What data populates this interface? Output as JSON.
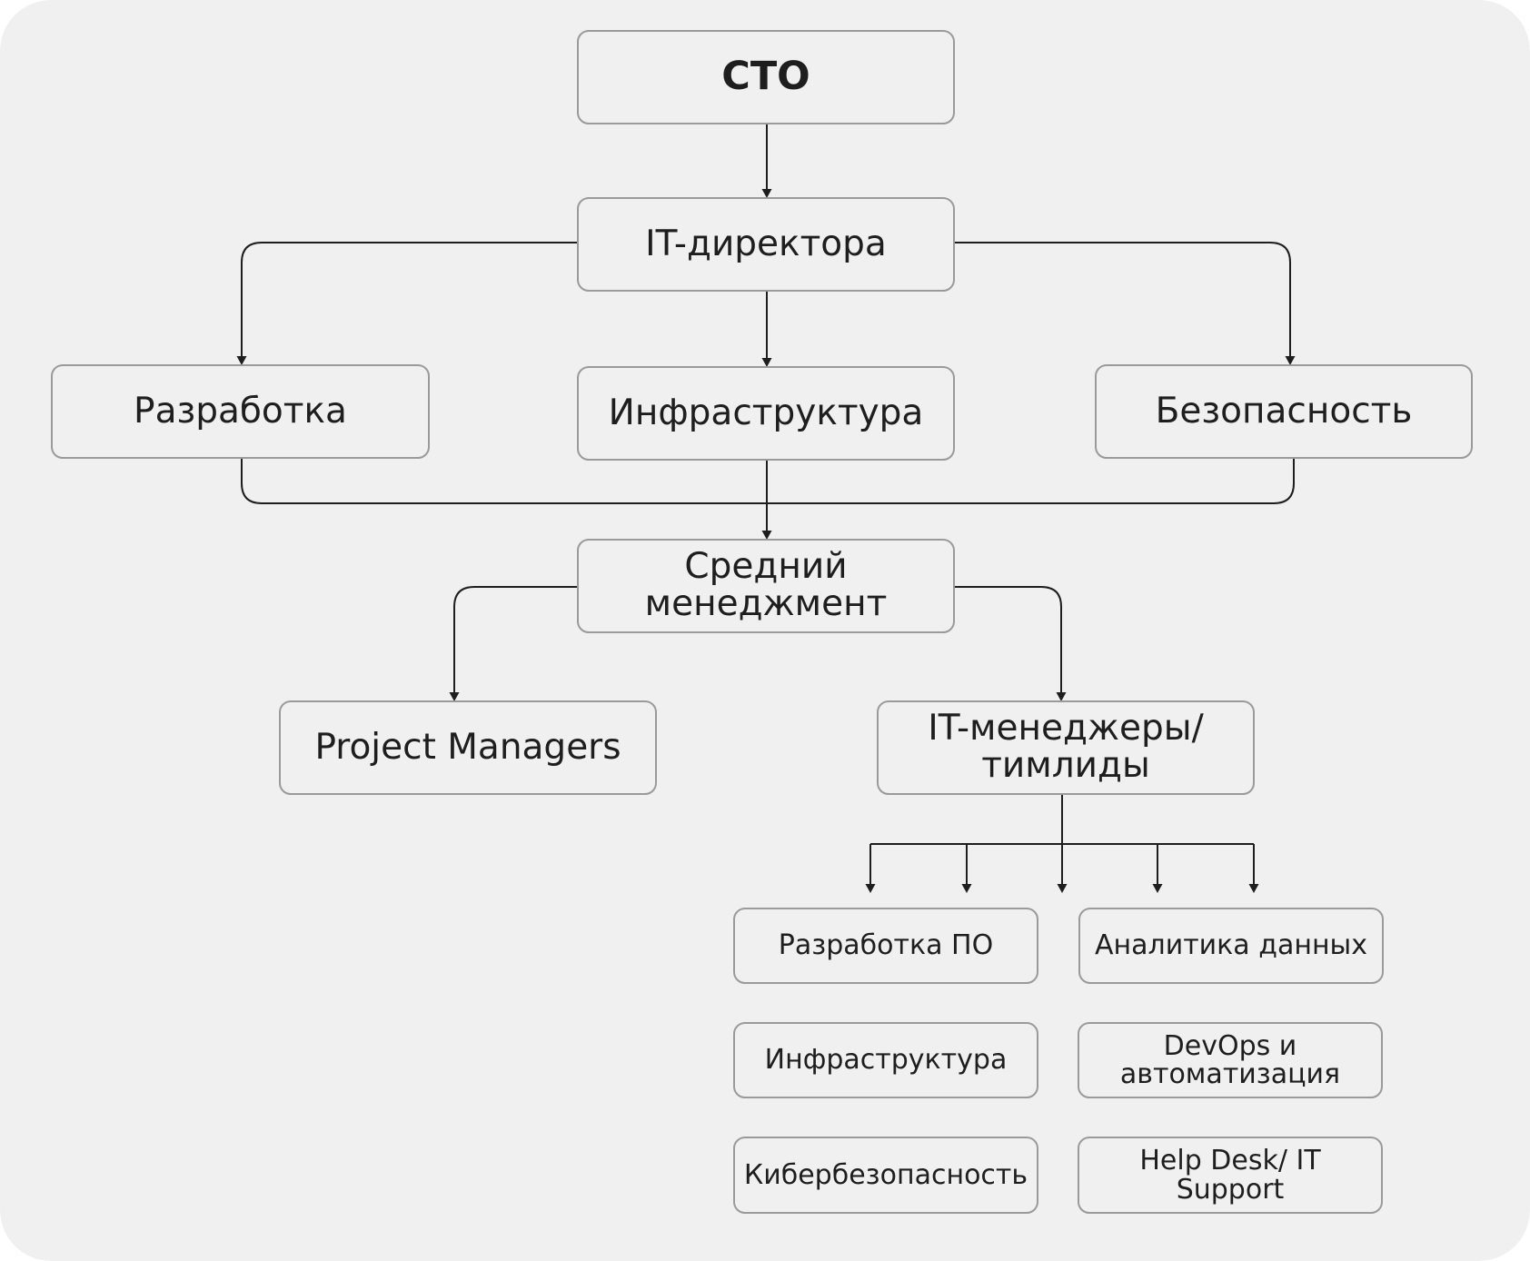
{
  "colors": {
    "background": "#f0f0f0",
    "node_fill": "#f0f0f0",
    "node_border": "#9a9a9a",
    "connector": "#1e1e1e",
    "text": "#1e1e1e"
  },
  "nodes": {
    "cto": "CTO",
    "it_directors": "IT-директора",
    "development": "Разработка",
    "infrastructure": "Инфраструктура",
    "security": "Безопасность",
    "middle_management": "Средний\nменеджмент",
    "project_managers": "Project Managers",
    "it_managers": "IT-менеджеры/\nтимлиды",
    "teams": [
      "Разработка ПО",
      "Аналитика данных",
      "Инфраструктура",
      "DevOps и\nавтоматизация",
      "Кибербезопасность",
      "Help Desk/ IT Support"
    ]
  }
}
